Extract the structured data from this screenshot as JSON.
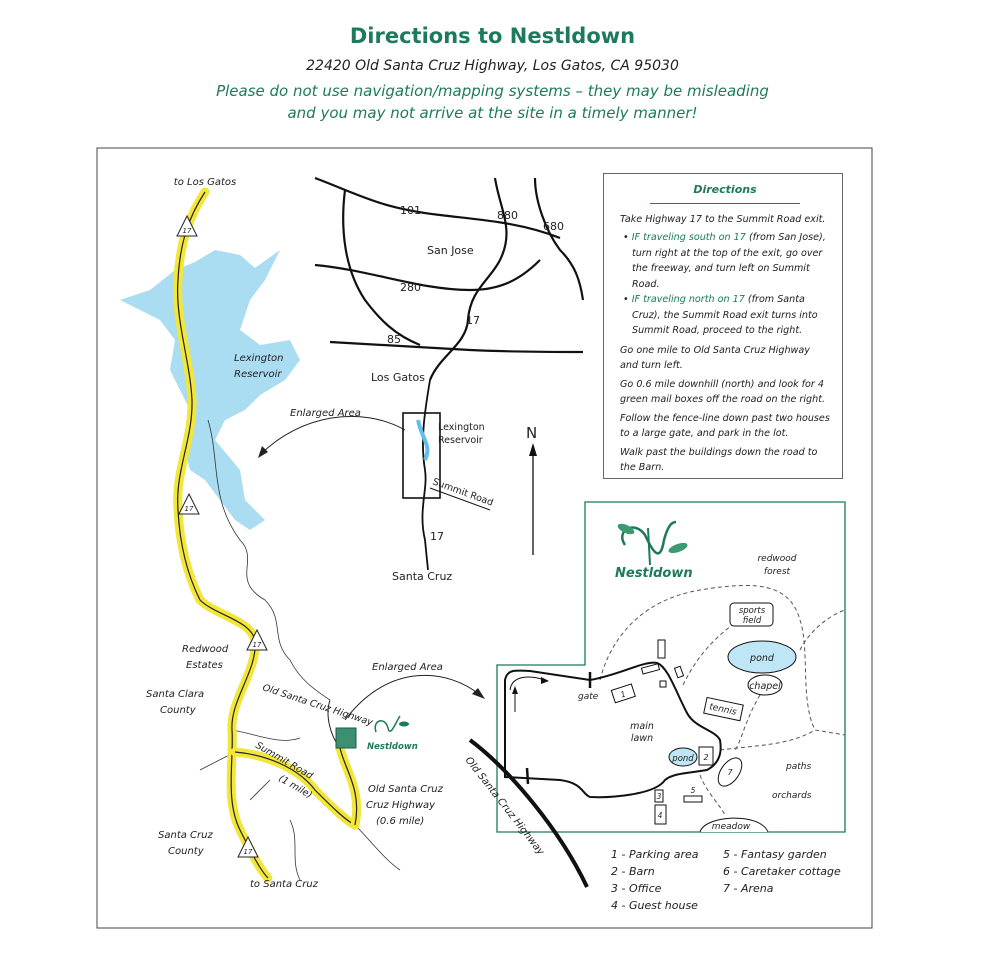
{
  "header": {
    "title": "Directions to Nestldown",
    "address": "22420 Old Santa Cruz Highway,  Los Gatos, CA 95030",
    "warning_line1": "Please do not use navigation/mapping systems  – they may be misleading",
    "warning_line2": "and you may not arrive at the site in a timely manner!"
  },
  "colors": {
    "brand_green": "#1d7a5c",
    "highway_yellow": "#f2e63a",
    "water_blue": "#aadcf2"
  },
  "directions": {
    "heading": "Directions",
    "intro": "Take Highway 17 to the Summit Road exit.",
    "south_highlight": "IF traveling south on 17",
    "south_rest": " (from San Jose), turn right at the top of the exit, go over the freeway, and turn left on Summit Road.",
    "north_highlight": "IF traveling north on 17",
    "north_rest": " (from Santa Cruz), the Summit Road exit turns into Summit Road, proceed to the right.",
    "step1": "Go one mile to Old Santa Cruz Highway and turn left.",
    "step2": "Go 0.6 mile downhill (north) and look for 4 green mail boxes off the road on the right.",
    "step3": "Follow the fence-line down past two houses to a large gate, and park in the lot.",
    "step4": "Walk past the buildings down the road to the Barn."
  },
  "area_map": {
    "to_los_gatos": "to Los Gatos",
    "to_santa_cruz": "to Santa Cruz",
    "reservoir": [
      "Lexington",
      "Reservoir"
    ],
    "enlarged_area_1": "Enlarged Area",
    "enlarged_area_2": "Enlarged Area",
    "redwood_estates": [
      "Redwood",
      "Estates"
    ],
    "santa_clara_county": [
      "Santa Clara",
      "County"
    ],
    "santa_cruz_county": [
      "Santa Cruz",
      "County"
    ],
    "old_santa_cruz_hwy": "Old Santa Cruz Highway",
    "summit_road": [
      "Summit Road",
      "(1 mile)"
    ],
    "old_sc_hwy_distance": [
      "Old Santa Cruz",
      "Cruz Highway",
      "(0.6 mile)"
    ],
    "highway_shield": "17",
    "logo_small": "Nestldown"
  },
  "overview_map": {
    "roads": {
      "r101": "101",
      "r880": "880",
      "r680": "680",
      "r280": "280",
      "r85": "85",
      "r17a": "17",
      "r17b": "17"
    },
    "san_jose": "San Jose",
    "los_gatos": "Los Gatos",
    "reservoir": [
      "Lexington",
      "Reservoir"
    ],
    "summit_road": "Summit Road",
    "santa_cruz": "Santa Cruz",
    "north": "N"
  },
  "site_map": {
    "logo": "Nestldown",
    "redwood_forest": [
      "redwood",
      "forest"
    ],
    "sports_field": [
      "sports",
      "field"
    ],
    "pond": "pond",
    "small_pond": "pond",
    "chapel": "chapel",
    "tennis": "tennis",
    "gate": "gate",
    "main_lawn": [
      "main",
      "lawn"
    ],
    "paths": "paths",
    "orchards": "orchards",
    "meadow": "meadow",
    "highway": "Old Santa Cruz Highway",
    "markers": [
      "1",
      "2",
      "3",
      "4",
      "5",
      "7"
    ]
  },
  "legend": {
    "col1": [
      "1 - Parking area",
      "2 - Barn",
      "3 - Office",
      "4 - Guest house"
    ],
    "col2": [
      "5 - Fantasy garden",
      "6 - Caretaker cottage",
      "7 - Arena"
    ]
  }
}
